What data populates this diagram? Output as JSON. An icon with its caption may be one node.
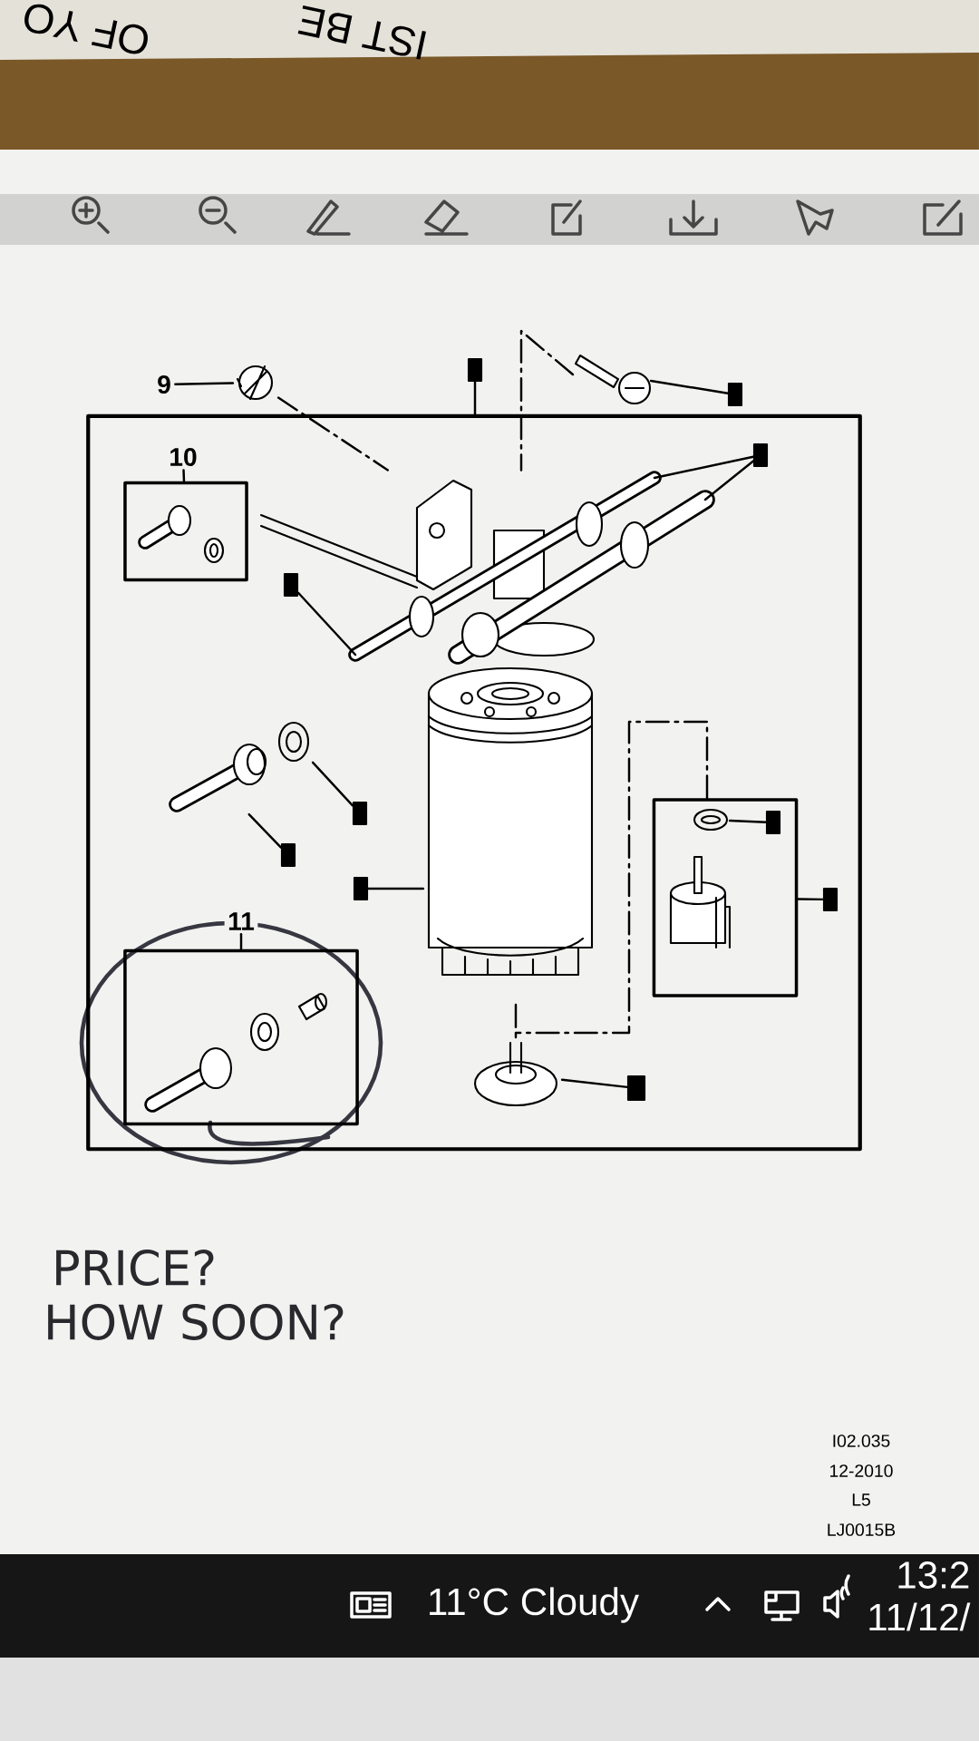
{
  "diagram": {
    "nodes": [
      {
        "text": [
          "9"
        ]
      },
      {
        "text": [],
        "shape": "picture"
      },
      {
        "text": [],
        "shape": "box"
      },
      {
        "text": [],
        "shape": "box"
      },
      {
        "text": [],
        "shape": "picture"
      },
      {
        "text": [],
        "shape": "box"
      },
      {
        "text": [
          "10"
        ],
        "in": 3
      },
      {
        "text": [],
        "shape": "box",
        "in": 3
      },
      {
        "text": [],
        "shape": "box",
        "in": 3
      },
      {
        "text": [],
        "shape": "picture",
        "in": 3
      },
      {
        "text": [],
        "shape": "box",
        "in": 3
      },
      {
        "text": [],
        "shape": "box",
        "in": 3
      },
      {
        "text": [],
        "shape": "picture",
        "in": 3
      },
      {
        "text": [],
        "shape": "box",
        "in": 3
      },
      {
        "text": [],
        "shape": "picture",
        "in": 3
      },
      {
        "text": [],
        "shape": "box",
        "in": 3
      },
      {
        "text": [],
        "shape": "picture",
        "in": 3
      },
      {
        "text": [],
        "shape": "box",
        "in": 3
      },
      {
        "text": [],
        "shape": "box",
        "in": 17
      },
      {
        "text": [],
        "shape": "picture",
        "in": 17
      },
      {
        "text": [],
        "shape": "box",
        "in": 3
      },
      {
        "text": [
          "11"
        ],
        "in": 3
      },
      {
        "text": [],
        "shape": "box",
        "in": 3
      },
      {
        "text": [],
        "shape": "picture",
        "in": 3
      },
      {
        "text": [],
        "shape": "box",
        "in": 3
      }
    ],
    "edges": [
      {
        "from": 0,
        "to": 1,
        "arrow": "none"
      },
      {
        "from": 2,
        "to": 3,
        "arrow": "none"
      },
      {
        "from": 5,
        "to": 4,
        "arrow": "none"
      },
      {
        "from": 6,
        "to": 7,
        "arrow": "none"
      },
      {
        "from": 8,
        "to": 9,
        "arrow": "none"
      },
      {
        "from": 8,
        "to": 9,
        "arrow": "none"
      },
      {
        "from": 10,
        "to": 9,
        "arrow": "none"
      },
      {
        "from": 11,
        "to": 12,
        "arrow": "none"
      },
      {
        "from": 13,
        "to": 14,
        "arrow": "none"
      },
      {
        "from": 15,
        "to": 16,
        "arrow": "none"
      },
      {
        "from": 18,
        "to": 19,
        "arrow": "none"
      },
      {
        "from": 20,
        "to": 17,
        "arrow": "none"
      },
      {
        "from": 21,
        "to": 22,
        "arrow": "none"
      },
      {
        "from": 24,
        "to": 23,
        "arrow": "none"
      },
      {
        "from": 1,
        "to": 9,
        "arrow": "none",
        "style": "dashed"
      },
      {
        "from": 4,
        "to": 9,
        "arrow": "none",
        "style": "dashed"
      },
      {
        "from": 17,
        "to": 23,
        "arrow": "none",
        "style": "dashed"
      }
    ],
    "labels": [
      "OF YO",
      "IST BE",
      "PRICE?",
      "HOW SOON?",
      "I02.035",
      "12-2010",
      "L5",
      "LJ0015B",
      "11°C Cloudy",
      "13:2",
      "11/12/"
    ]
  }
}
